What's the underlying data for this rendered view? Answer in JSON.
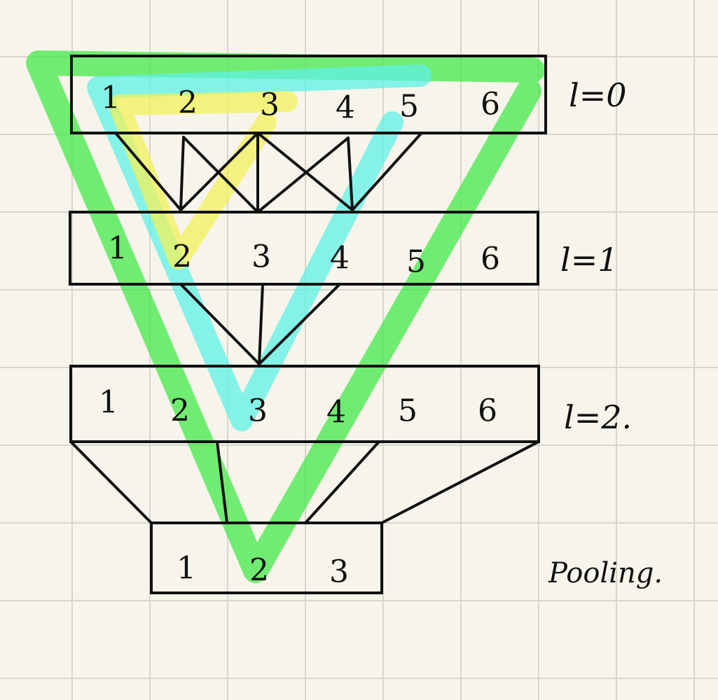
{
  "layers": [
    {
      "label": "l=0",
      "nodes": [
        "1",
        "2",
        "3",
        "4",
        "5",
        "6"
      ]
    },
    {
      "label": "l=1",
      "nodes": [
        "1",
        "2",
        "3",
        "4",
        "5",
        "6"
      ]
    },
    {
      "label": "l=2.",
      "nodes": [
        "1",
        "2",
        "3",
        "4",
        "5",
        "6"
      ]
    }
  ],
  "pooling": {
    "label": "Pooling.",
    "nodes": [
      "1",
      "2",
      "3"
    ]
  },
  "colors": {
    "background": "#f7f5eb",
    "grid": "#d6d6cf",
    "ink": "#111111",
    "highlight_yellow": "#f2f05a",
    "highlight_cyan": "#5ff0e6",
    "highlight_green": "#44e84a"
  }
}
